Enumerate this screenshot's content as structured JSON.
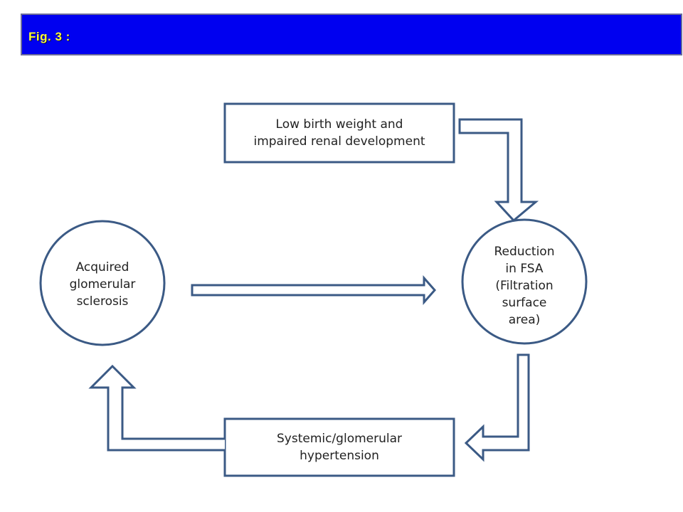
{
  "header": {
    "title": "Fig. 3 :",
    "background_color": "#0000f0",
    "title_color": "#ffff33"
  },
  "diagram": {
    "stroke_color": "#3b5a85",
    "nodes": {
      "low_birth_weight": "Low birth weight and\nimpaired renal development",
      "reduction_fsa": "Reduction\nin FSA\n(Filtration\nsurface\narea)",
      "acquired_sclerosis": "Acquired\nglomerular\nsclerosis",
      "hypertension": "Systemic/glomerular\nhypertension"
    },
    "edges": [
      {
        "from": "low_birth_weight",
        "to": "reduction_fsa"
      },
      {
        "from": "acquired_sclerosis",
        "to": "reduction_fsa"
      },
      {
        "from": "reduction_fsa",
        "to": "hypertension"
      },
      {
        "from": "hypertension",
        "to": "acquired_sclerosis"
      }
    ]
  }
}
